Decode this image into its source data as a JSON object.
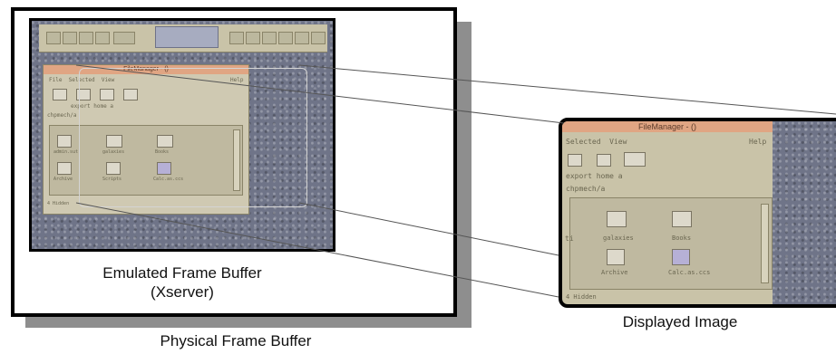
{
  "physical_frame_buffer": {
    "caption": "Physical Frame Buffer"
  },
  "emulated_frame_buffer": {
    "caption_line1": "Emulated Frame Buffer",
    "caption_line2": "(Xserver)"
  },
  "displayed_image": {
    "caption": "Displayed Image"
  },
  "file_manager": {
    "title": "FileManager - ()",
    "menu": [
      "File",
      "Selected",
      "View",
      "Help"
    ],
    "path_text": "export  home  a",
    "folder_label": "chpmech/a",
    "files": [
      "admin.sut",
      "galaxies",
      "Books",
      "Archive",
      "Scripts",
      "Calc.as.ccs"
    ],
    "status_text": "4 Hidden"
  },
  "colors": {
    "titlebar": "#e0a583",
    "window": "#cfc9b2",
    "desktop": "#6f7488",
    "zoom_lines": "#555555"
  }
}
